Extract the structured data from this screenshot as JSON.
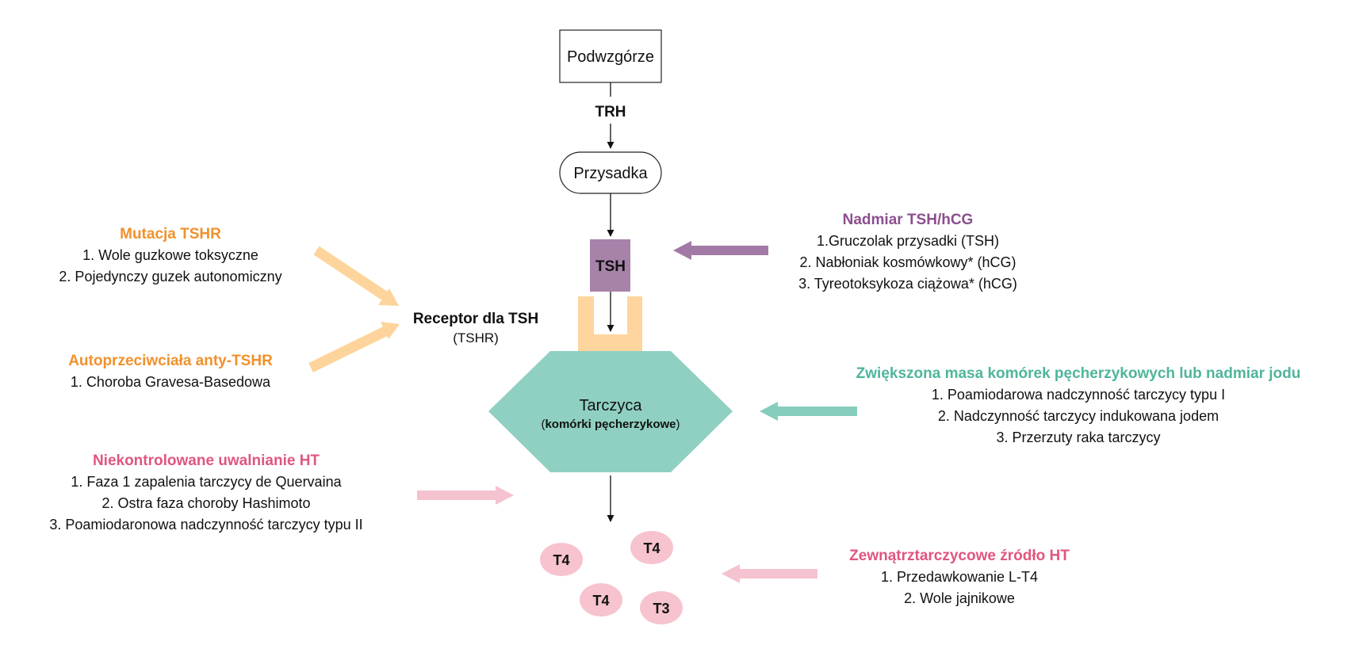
{
  "colors": {
    "orange_text": "#f0912d",
    "orange_arrow": "#fdd49b",
    "purple_text": "#8b4f8e",
    "purple_arrow": "#a27aa5",
    "purple_box": "#a782a9",
    "teal_text": "#4fb59c",
    "teal_arrow": "#86cdbd",
    "thyroid_fill": "#8fd0c2",
    "pink_text": "#e0567e",
    "pink_arrow": "#f5c2cf",
    "hormone_fill": "#f6c3cf",
    "receptor_fill": "#fdd59d"
  },
  "axis": {
    "hypothalamus": "Podwzgórze",
    "trh": "TRH",
    "pituitary": "Przysadka",
    "tsh": "TSH",
    "receptor_title": "Receptor dla TSH",
    "receptor_sub": "(TSHR)",
    "thyroid_title": "Tarczyca",
    "thyroid_sub_open": "(",
    "thyroid_sub_bold": "komórki pęcherzykowe",
    "thyroid_sub_close": ")"
  },
  "hormones": [
    "T4",
    "T4",
    "T4",
    "T3"
  ],
  "mutation": {
    "title": "Mutacja TSHR",
    "items": [
      "1. Wole guzkowe toksyczne",
      "2. Pojedynczy guzek autonomiczny"
    ]
  },
  "antibodies": {
    "title": "Autoprzeciwciała anty-TSHR",
    "items": [
      "1. Choroba Gravesa-Basedowa"
    ]
  },
  "uncontrolled": {
    "title": "Niekontrolowane uwalnianie HT",
    "items": [
      "1. Faza 1 zapalenia tarczycy de Quervaina",
      "2. Ostra faza choroby Hashimoto",
      "3. Poamiodaronowa nadczynność tarczycy typu II"
    ]
  },
  "excess_tsh": {
    "title": "Nadmiar TSH/hCG",
    "items": [
      "1.Gruczolak przysadki (TSH)",
      "2. Nabłoniak kosmówkowy* (hCG)",
      "3. Tyreotoksykoza ciążowa* (hCG)"
    ]
  },
  "increased_mass": {
    "title": "Zwiększona masa komórek pęcherzykowych lub nadmiar jodu",
    "items": [
      "1. Poamiodarowa nadczynność tarczycy typu I",
      "2. Nadczynność tarczycy indukowana jodem",
      "3.  Przerzuty raka tarczycy"
    ]
  },
  "extrathyroid": {
    "title": "Zewnątrztarczycowe źródło HT",
    "items": [
      "1. Przedawkowanie L-T4",
      "2. Wole jajnikowe"
    ]
  }
}
